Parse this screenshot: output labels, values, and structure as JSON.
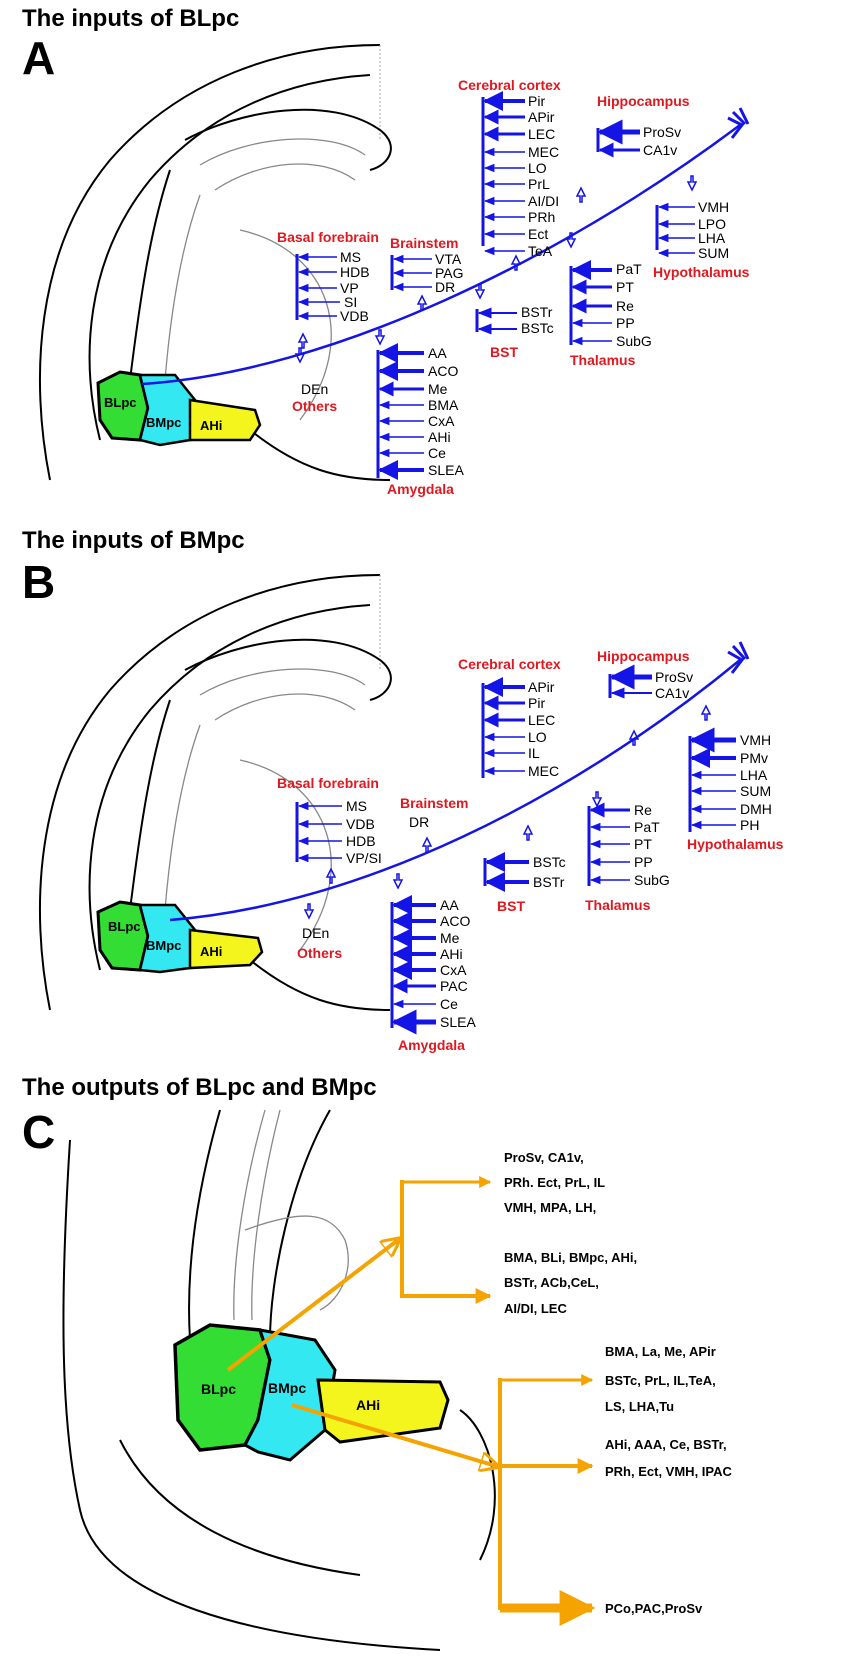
{
  "panelA": {
    "title": "The inputs of BLpc",
    "letter": "A",
    "regions": {
      "blpc": "BLpc",
      "bmpc": "BMpc",
      "ahi": "AHi"
    },
    "groups": {
      "cortex": {
        "name": "Cerebral cortex",
        "items": [
          "Pir",
          "APir",
          "LEC",
          "MEC",
          "LO",
          "PrL",
          "AI/DI",
          "PRh",
          "Ect",
          "TeA"
        ]
      },
      "hippocampus": {
        "name": "Hippocampus",
        "items": [
          "ProSv",
          "CA1v"
        ]
      },
      "hypothalamus": {
        "name": "Hypothalamus",
        "items": [
          "VMH",
          "LPO",
          "LHA",
          "SUM"
        ]
      },
      "thalamus": {
        "name": "Thalamus",
        "items": [
          "PaT",
          "PT",
          "Re",
          "PP",
          "SubG"
        ]
      },
      "bst": {
        "name": "BST",
        "items": [
          "BSTr",
          "BSTc"
        ]
      },
      "brainstem": {
        "name": "Brainstem",
        "items": [
          "VTA",
          "PAG",
          "DR"
        ]
      },
      "forebrain": {
        "name": "Basal forebrain",
        "items": [
          "MS",
          "HDB",
          "VP",
          "SI",
          "VDB"
        ]
      },
      "amygdala": {
        "name": "Amygdala",
        "items": [
          "AA",
          "ACO",
          "Me",
          "BMA",
          "CxA",
          "AHi",
          "Ce",
          "SLEA"
        ]
      },
      "others": {
        "name": "Others",
        "items": [
          "DEn"
        ]
      }
    }
  },
  "panelB": {
    "title": "The inputs of BMpc",
    "letter": "B",
    "regions": {
      "blpc": "BLpc",
      "bmpc": "BMpc",
      "ahi": "AHi"
    },
    "groups": {
      "cortex": {
        "name": "Cerebral cortex",
        "items": [
          "APir",
          "Pir",
          "LEC",
          "LO",
          "IL",
          "MEC"
        ]
      },
      "hippocampus": {
        "name": "Hippocampus",
        "items": [
          "ProSv",
          "CA1v"
        ]
      },
      "hypothalamus": {
        "name": "Hypothalamus",
        "items": [
          "VMH",
          "PMv",
          "LHA",
          "SUM",
          "DMH",
          "PH"
        ]
      },
      "thalamus": {
        "name": "Thalamus",
        "items": [
          "Re",
          "PaT",
          "PT",
          "PP",
          "SubG"
        ]
      },
      "bst": {
        "name": "BST",
        "items": [
          "BSTc",
          "BSTr"
        ]
      },
      "brainstem": {
        "name": "Brainstem",
        "items": [
          "DR"
        ]
      },
      "forebrain": {
        "name": "Basal forebrain",
        "items": [
          "MS",
          "VDB",
          "HDB",
          "VP/SI"
        ]
      },
      "amygdala": {
        "name": "Amygdala",
        "items": [
          "AA",
          "ACO",
          "Me",
          "AHi",
          "CxA",
          "PAC",
          "Ce",
          "SLEA"
        ]
      },
      "others": {
        "name": "Others",
        "items": [
          "DEn"
        ]
      }
    }
  },
  "panelC": {
    "title": "The outputs of BLpc and BMpc",
    "letter": "C",
    "regions": {
      "blpc": "BLpc",
      "bmpc": "BMpc",
      "ahi": "AHi"
    },
    "blpc_targets": {
      "upper": [
        "ProSv, CA1v,",
        "PRh. Ect, PrL, IL",
        "VMH, MPA, LH,"
      ],
      "lower": [
        "BMA, BLi, BMpc, AHi,",
        "BSTr, ACb,CeL,",
        "AI/DI, LEC"
      ]
    },
    "bmpc_targets": {
      "upper": [
        "BMA, La, Me, APir",
        "BSTc, PrL, IL,TeA,",
        "LS, LHA,Tu"
      ],
      "middle": [
        "AHi, AAA, Ce,  BSTr,",
        "PRh, Ect, VMH, IPAC"
      ],
      "lower": [
        "PCo,PAC,ProSv"
      ]
    }
  },
  "colors": {
    "input_arrow": "#1414e6",
    "output_arrow": "#f5a300",
    "group_label": "#e0181f",
    "blpc": "#33dd33",
    "bmpc": "#33e8f0",
    "ahi": "#f5f51e"
  }
}
